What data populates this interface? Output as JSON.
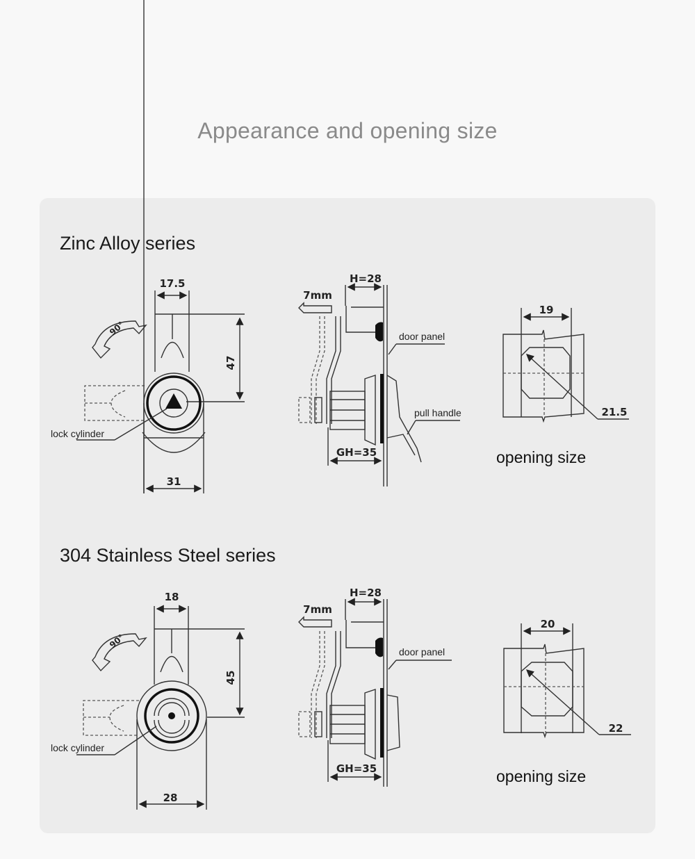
{
  "page": {
    "title": "Appearance and opening size",
    "background": "#f8f8f8",
    "panel_background": "#ececec"
  },
  "series": [
    {
      "name": "Zinc Alloy series",
      "front_view": {
        "width_top": "17.5",
        "height": "47",
        "width_bottom": "31",
        "rotation": "90°",
        "callout": "lock cylinder",
        "key_icon": "triangle"
      },
      "side_view": {
        "h": "H=28",
        "gh": "GH=35",
        "offset": "7mm",
        "callouts": [
          "door panel",
          "pull handle"
        ]
      },
      "opening": {
        "width": "19",
        "diagonal": "21.5",
        "caption": "opening size"
      }
    },
    {
      "name": "304 Stainless Steel series",
      "front_view": {
        "width_top": "18",
        "height": "45",
        "width_bottom": "28",
        "rotation": "90°",
        "callout": "lock cylinder",
        "key_icon": "round-slot"
      },
      "side_view": {
        "h": "H=28",
        "gh": "GH=35",
        "offset": "7mm",
        "callouts": [
          "door panel"
        ]
      },
      "opening": {
        "width": "20",
        "diagonal": "22",
        "caption": "opening size"
      }
    }
  ]
}
